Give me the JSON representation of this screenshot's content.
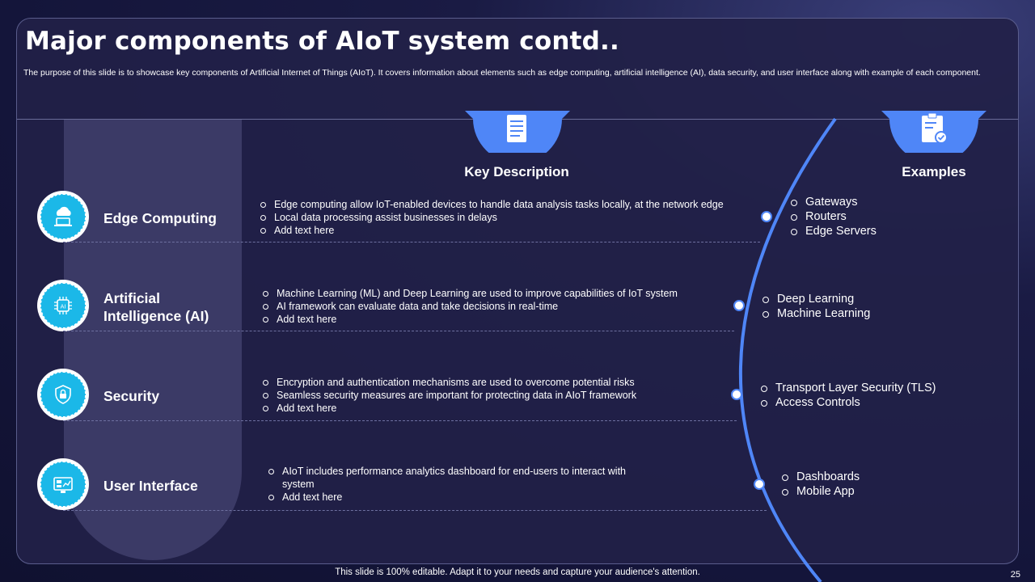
{
  "slide": {
    "title": "Major components of AIoT system contd..",
    "subtitle": "The purpose of this slide is to showcase key components of Artificial Internet of Things (AIoT). It covers information about elements such as edge computing, artificial intelligence (AI), data security, and user interface along with example of each component.",
    "headers": {
      "key_description": "Key Description",
      "examples": "Examples"
    },
    "rows": [
      {
        "title": "Edge Computing",
        "icon": "cloud-laptop-icon",
        "description": [
          "Edge computing allow IoT-enabled  devices to handle data analysis tasks locally, at the network edge",
          "Local data processing assist businesses in delays",
          "Add text here"
        ],
        "examples": [
          "Gateways",
          "Routers",
          "Edge Servers"
        ]
      },
      {
        "title": "Artificial Intelligence (AI)",
        "icon": "ai-chip-icon",
        "description": [
          "Machine Learning (ML) and Deep Learning  are used to improve  capabilities of IoT system",
          "AI framework  can evaluate  data and take decisions in real-time",
          "Add text here"
        ],
        "examples": [
          "Deep Learning",
          "Machine Learning"
        ]
      },
      {
        "title": "Security",
        "icon": "shield-security-icon",
        "description": [
          "Encryption and authentication mechanisms are used to overcome  potential risks",
          "Seamless security measures are important for protecting data in AIoT framework",
          "Add text here"
        ],
        "examples": [
          "Transport Layer Security (TLS)",
          "Access Controls"
        ]
      },
      {
        "title": "User Interface",
        "icon": "dashboard-screen-icon",
        "description": [
          "AIoT includes performance  analytics dashboard  for end-users to interact with system",
          "Add text here"
        ],
        "examples": [
          "Dashboards",
          "Mobile App"
        ]
      }
    ],
    "footer": "This slide is 100% editable. Adapt it to your needs and capture your audience's attention.",
    "page_number": "25",
    "colors": {
      "accent_blue": "#4f86f7",
      "icon_cyan": "#1bb8e8",
      "panel": "#222148"
    }
  }
}
